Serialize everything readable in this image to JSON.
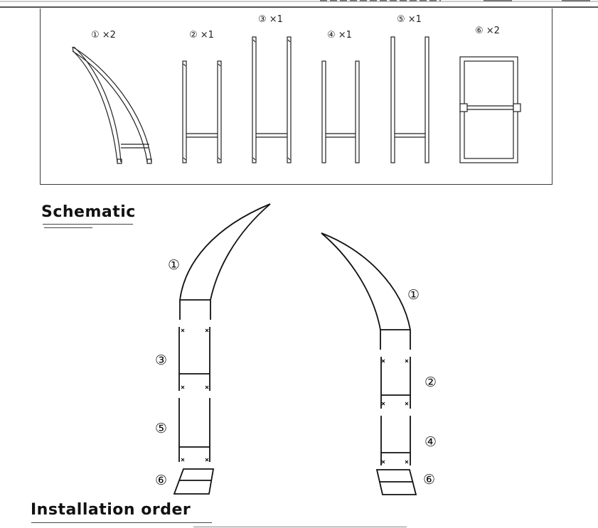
{
  "parts": [
    {
      "num": "①",
      "label": "① ×2"
    },
    {
      "num": "②",
      "label": "② ×1"
    },
    {
      "num": "③",
      "label": "③ ×1"
    },
    {
      "num": "④",
      "label": "④ ×1"
    },
    {
      "num": "⑤",
      "label": "⑤ ×1"
    },
    {
      "num": "⑥",
      "label": "⑥ ×2"
    }
  ],
  "headings": {
    "schematic": "Schematic",
    "installation": "Installation order"
  },
  "callouts": {
    "left": [
      "①",
      "③",
      "⑤",
      "⑥"
    ],
    "right": [
      "①",
      "②",
      "④",
      "⑥"
    ]
  }
}
